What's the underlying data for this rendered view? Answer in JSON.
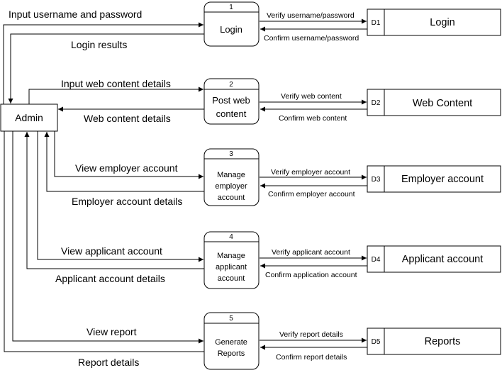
{
  "entity": {
    "name": "Admin"
  },
  "processes": [
    {
      "number": "1",
      "lines": [
        "Login"
      ]
    },
    {
      "number": "2",
      "lines": [
        "Post web",
        "content"
      ]
    },
    {
      "number": "3",
      "lines": [
        "Manage",
        "employer",
        "account"
      ]
    },
    {
      "number": "4",
      "lines": [
        "Manage",
        "applicant",
        "account"
      ]
    },
    {
      "number": "5",
      "lines": [
        "Generate",
        "Reports"
      ]
    }
  ],
  "stores": [
    {
      "id": "D1",
      "name": "Login"
    },
    {
      "id": "D2",
      "name": "Web Content"
    },
    {
      "id": "D3",
      "name": "Employer account"
    },
    {
      "id": "D4",
      "name": "Applicant account"
    },
    {
      "id": "D5",
      "name": "Reports"
    }
  ],
  "flows_in": [
    "Input username and password",
    "Input web content details",
    "View employer account",
    "View applicant account",
    "View report"
  ],
  "flows_out": [
    "Login results",
    "Web content details",
    "Employer account details",
    "Applicant account details",
    "Report details"
  ],
  "store_flows_to": [
    "Verify username/password",
    "Verify web content",
    "Verify employer account",
    "Verify applicant account",
    "Verify report details"
  ],
  "store_flows_back": [
    "Confirm username/password",
    "Confirm web content",
    "Confirm employer account",
    "Confirm application account",
    "Confirm report details"
  ]
}
